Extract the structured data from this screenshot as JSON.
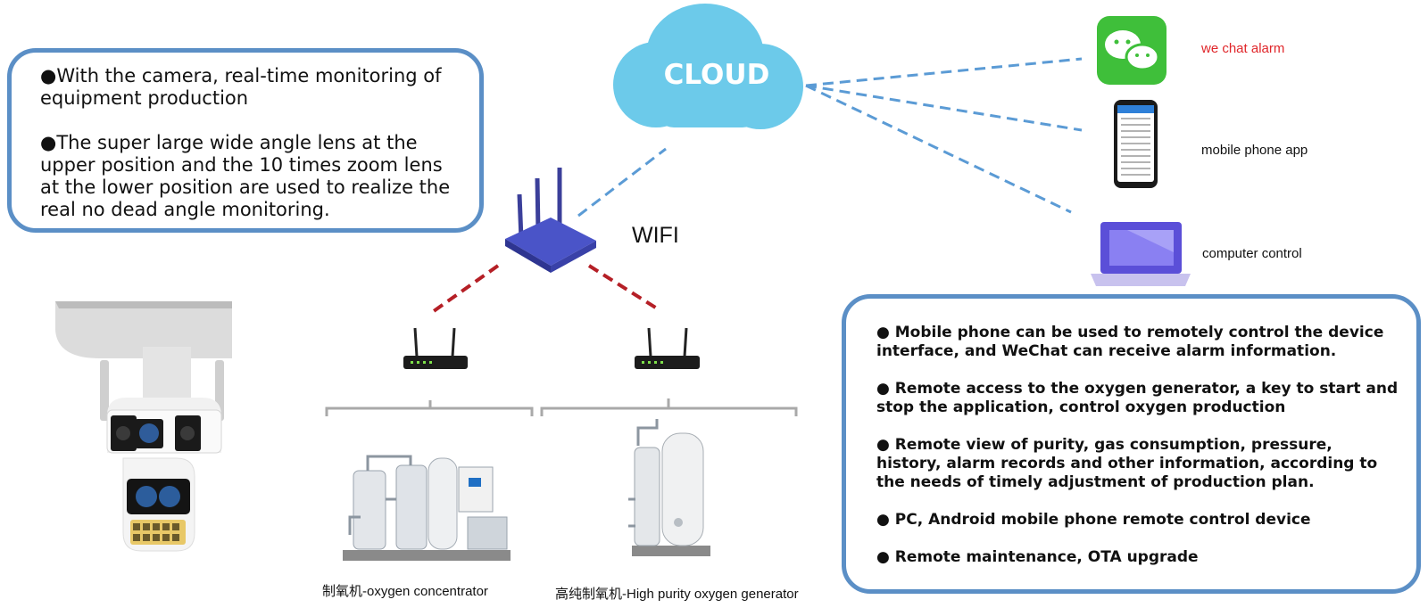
{
  "left_panel": {
    "bullet_1": "●With the camera, real-time monitoring of equipment production",
    "bullet_2": "●The super large wide angle lens at the upper position and the 10 times zoom lens at the lower position are used to realize the real no dead angle monitoring."
  },
  "cloud": {
    "label": "CLOUD"
  },
  "router": {
    "label": "WIFI"
  },
  "endpoints": {
    "wechat": "we chat alarm",
    "phone": "mobile phone app",
    "computer": "computer control"
  },
  "machines": {
    "concentrator": "制氧机-oxygen concentrator",
    "high_purity": "高纯制氧机-High purity oxygen generator"
  },
  "right_panel": {
    "bullets": [
      "● Mobile phone can be used to remotely control the device interface, and WeChat can receive alarm information.",
      "● Remote access to the oxygen generator, a key to start and stop the application, control oxygen production",
      "● Remote view of purity, gas consumption, pressure, history, alarm records and other information, according to the needs of timely adjustment of production plan.",
      "● PC, Android mobile phone remote control device",
      "● Remote maintenance, OTA upgrade"
    ]
  },
  "colors": {
    "panel_border": "#5b8fc6",
    "cloud": "#6ccaea",
    "cloud_link": "#5b9bd5",
    "wire_link": "#b51f26",
    "wechat_green": "#3fbf3a",
    "alarm_red": "#e0262a",
    "laptop": "#5b4fd8"
  },
  "icons": [
    "cloud-icon",
    "wifi-router-icon",
    "ethernet-router-icon",
    "wechat-icon",
    "smartphone-icon",
    "laptop-icon",
    "dual-lens-camera-icon",
    "oxygen-generator-icon"
  ]
}
